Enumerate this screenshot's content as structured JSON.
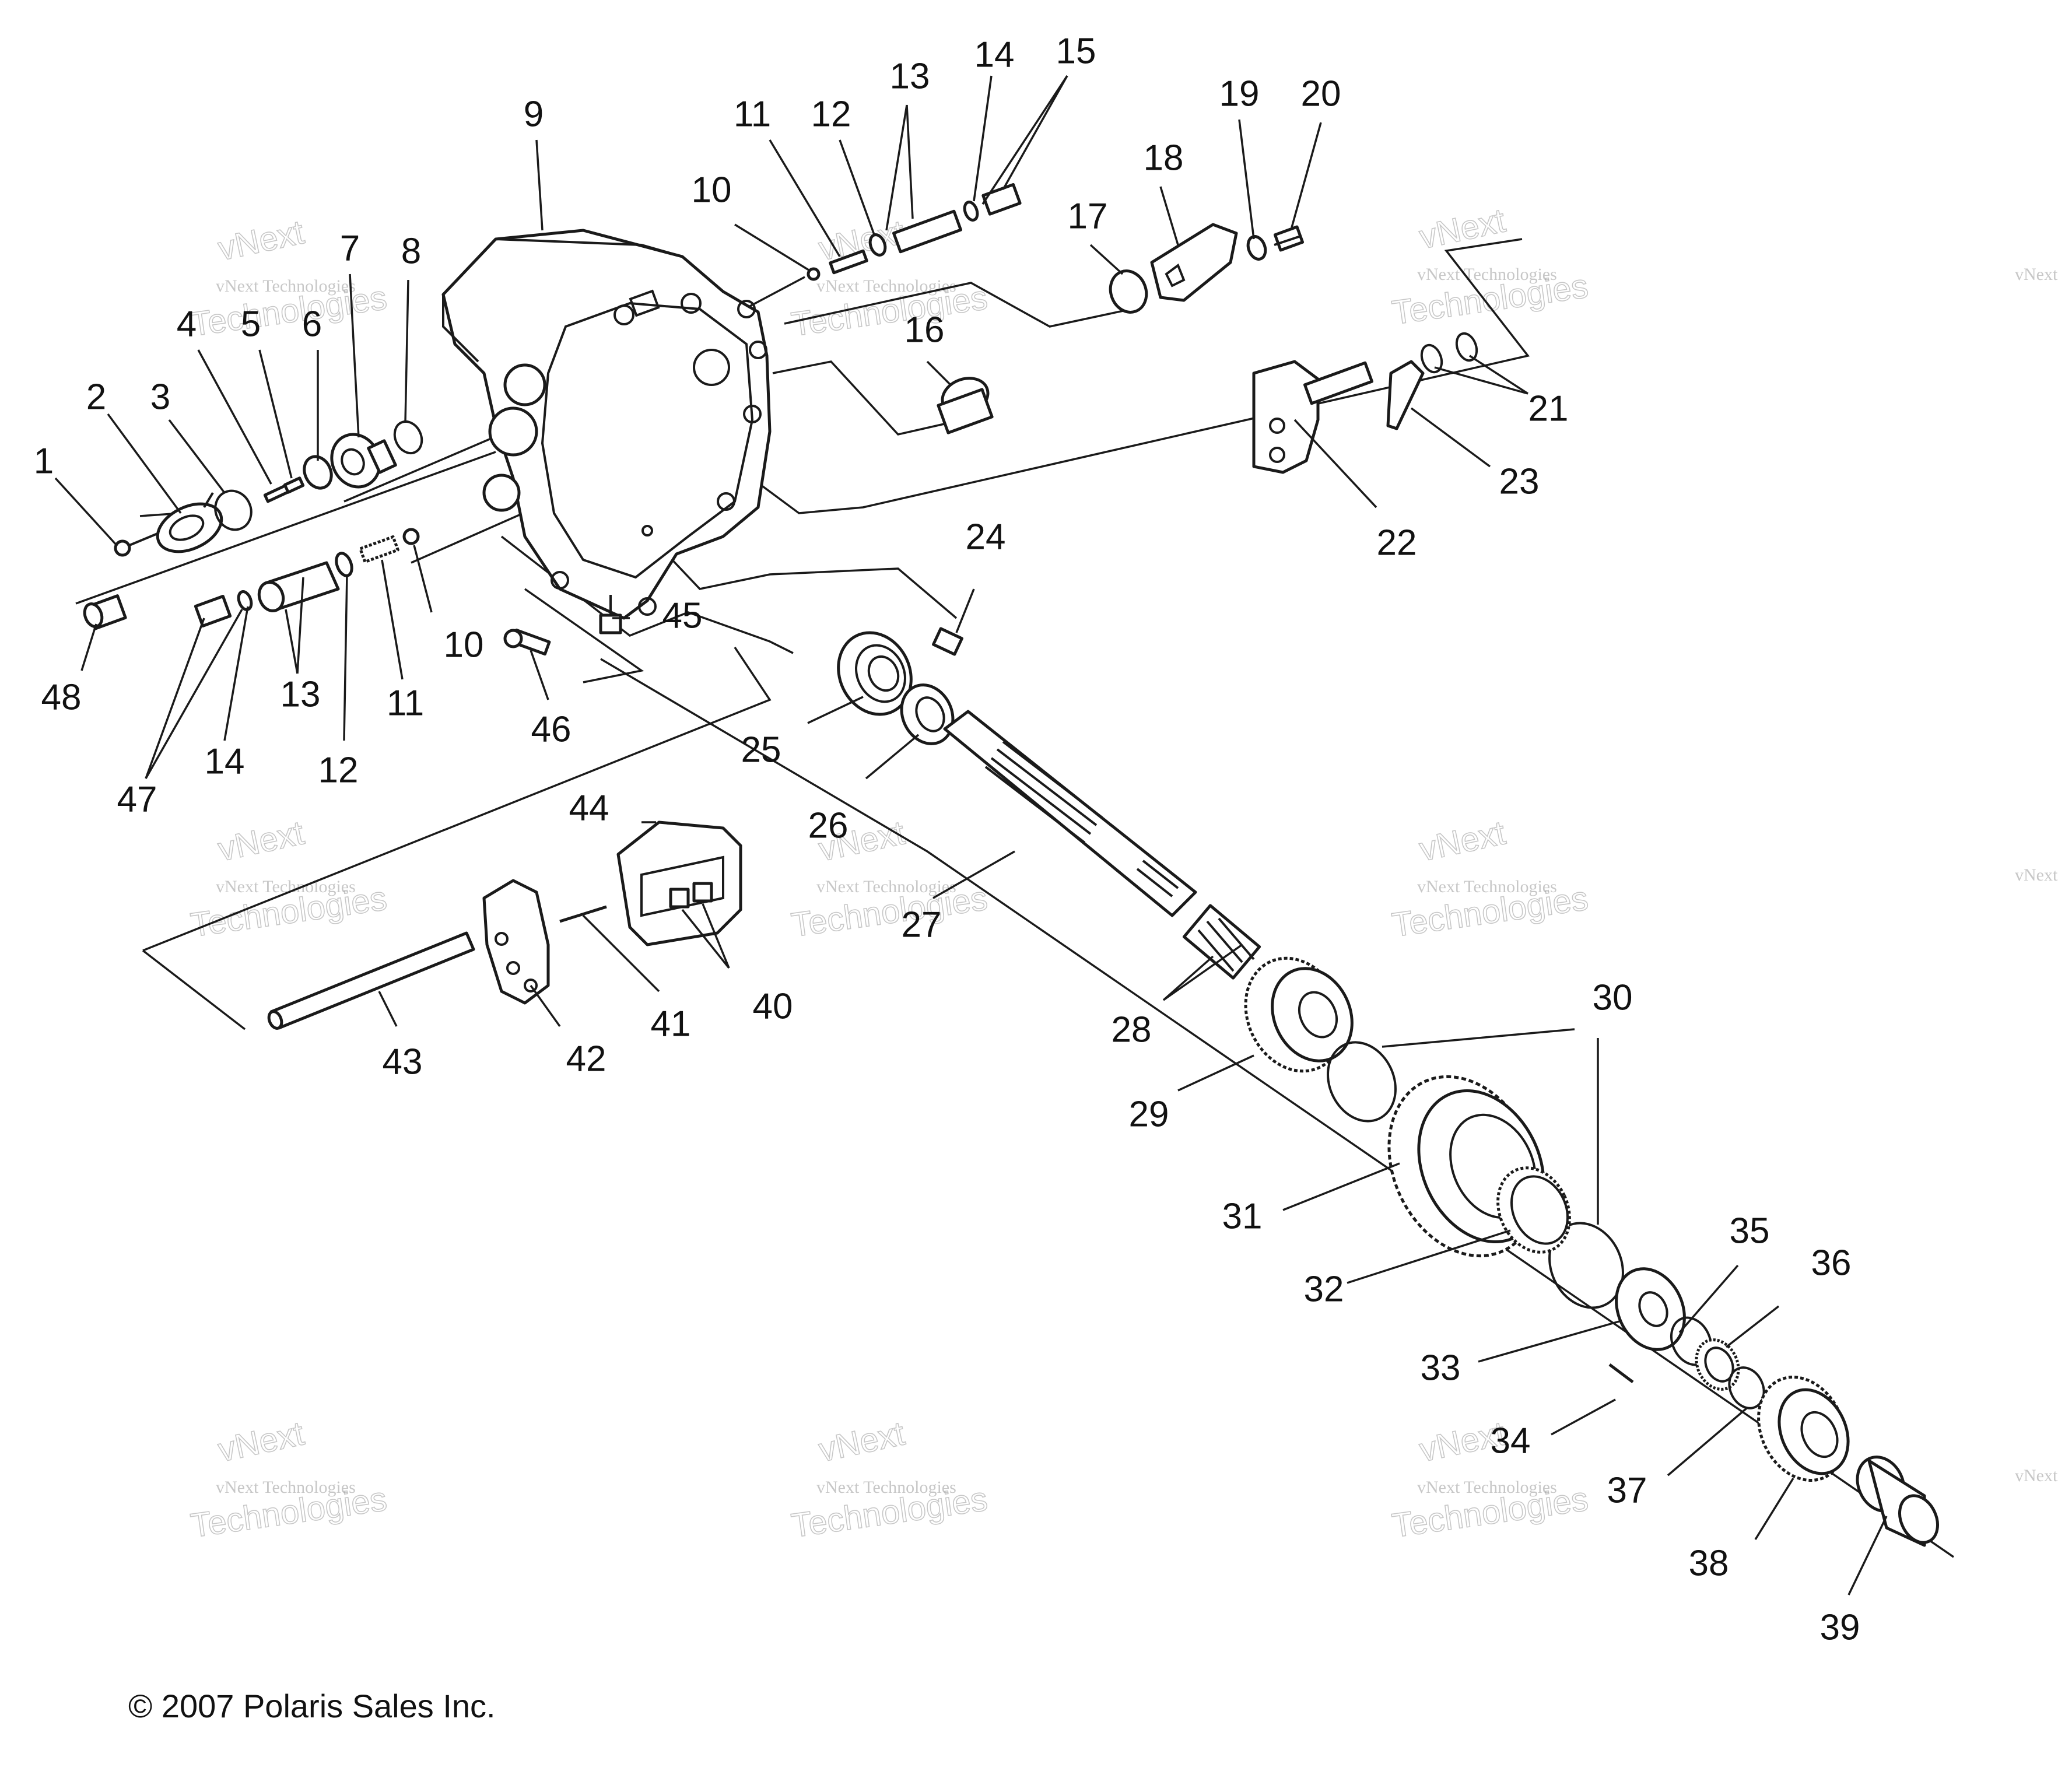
{
  "copyright": "© 2007 Polaris Sales Inc.",
  "watermark": {
    "line1": "vNext Technologies",
    "line2": "Technologies",
    "small_text": "vNext Technologies",
    "prefix": "vNext"
  },
  "callouts": [
    {
      "id": "c1",
      "label": "1"
    },
    {
      "id": "c2",
      "label": "2"
    },
    {
      "id": "c3",
      "label": "3"
    },
    {
      "id": "c4",
      "label": "4"
    },
    {
      "id": "c5",
      "label": "5"
    },
    {
      "id": "c6",
      "label": "6"
    },
    {
      "id": "c7",
      "label": "7"
    },
    {
      "id": "c8",
      "label": "8"
    },
    {
      "id": "c9",
      "label": "9"
    },
    {
      "id": "c10a",
      "label": "10"
    },
    {
      "id": "c10b",
      "label": "10"
    },
    {
      "id": "c11a",
      "label": "11"
    },
    {
      "id": "c11b",
      "label": "11"
    },
    {
      "id": "c12a",
      "label": "12"
    },
    {
      "id": "c12b",
      "label": "12"
    },
    {
      "id": "c13a",
      "label": "13"
    },
    {
      "id": "c13b",
      "label": "13"
    },
    {
      "id": "c14a",
      "label": "14"
    },
    {
      "id": "c14b",
      "label": "14"
    },
    {
      "id": "c15",
      "label": "15"
    },
    {
      "id": "c16",
      "label": "16"
    },
    {
      "id": "c17",
      "label": "17"
    },
    {
      "id": "c18",
      "label": "18"
    },
    {
      "id": "c19",
      "label": "19"
    },
    {
      "id": "c20",
      "label": "20"
    },
    {
      "id": "c21",
      "label": "21"
    },
    {
      "id": "c22",
      "label": "22"
    },
    {
      "id": "c23",
      "label": "23"
    },
    {
      "id": "c24",
      "label": "24"
    },
    {
      "id": "c25",
      "label": "25"
    },
    {
      "id": "c26",
      "label": "26"
    },
    {
      "id": "c27",
      "label": "27"
    },
    {
      "id": "c28",
      "label": "28"
    },
    {
      "id": "c29",
      "label": "29"
    },
    {
      "id": "c30",
      "label": "30"
    },
    {
      "id": "c31",
      "label": "31"
    },
    {
      "id": "c32",
      "label": "32"
    },
    {
      "id": "c33",
      "label": "33"
    },
    {
      "id": "c34",
      "label": "34"
    },
    {
      "id": "c35",
      "label": "35"
    },
    {
      "id": "c36",
      "label": "36"
    },
    {
      "id": "c37",
      "label": "37"
    },
    {
      "id": "c38",
      "label": "38"
    },
    {
      "id": "c39",
      "label": "39"
    },
    {
      "id": "c40",
      "label": "40"
    },
    {
      "id": "c41",
      "label": "41"
    },
    {
      "id": "c42",
      "label": "42"
    },
    {
      "id": "c43",
      "label": "43"
    },
    {
      "id": "c44",
      "label": "44"
    },
    {
      "id": "c45",
      "label": "45"
    },
    {
      "id": "c46",
      "label": "46"
    },
    {
      "id": "c47",
      "label": "47"
    },
    {
      "id": "c48",
      "label": "48"
    }
  ]
}
